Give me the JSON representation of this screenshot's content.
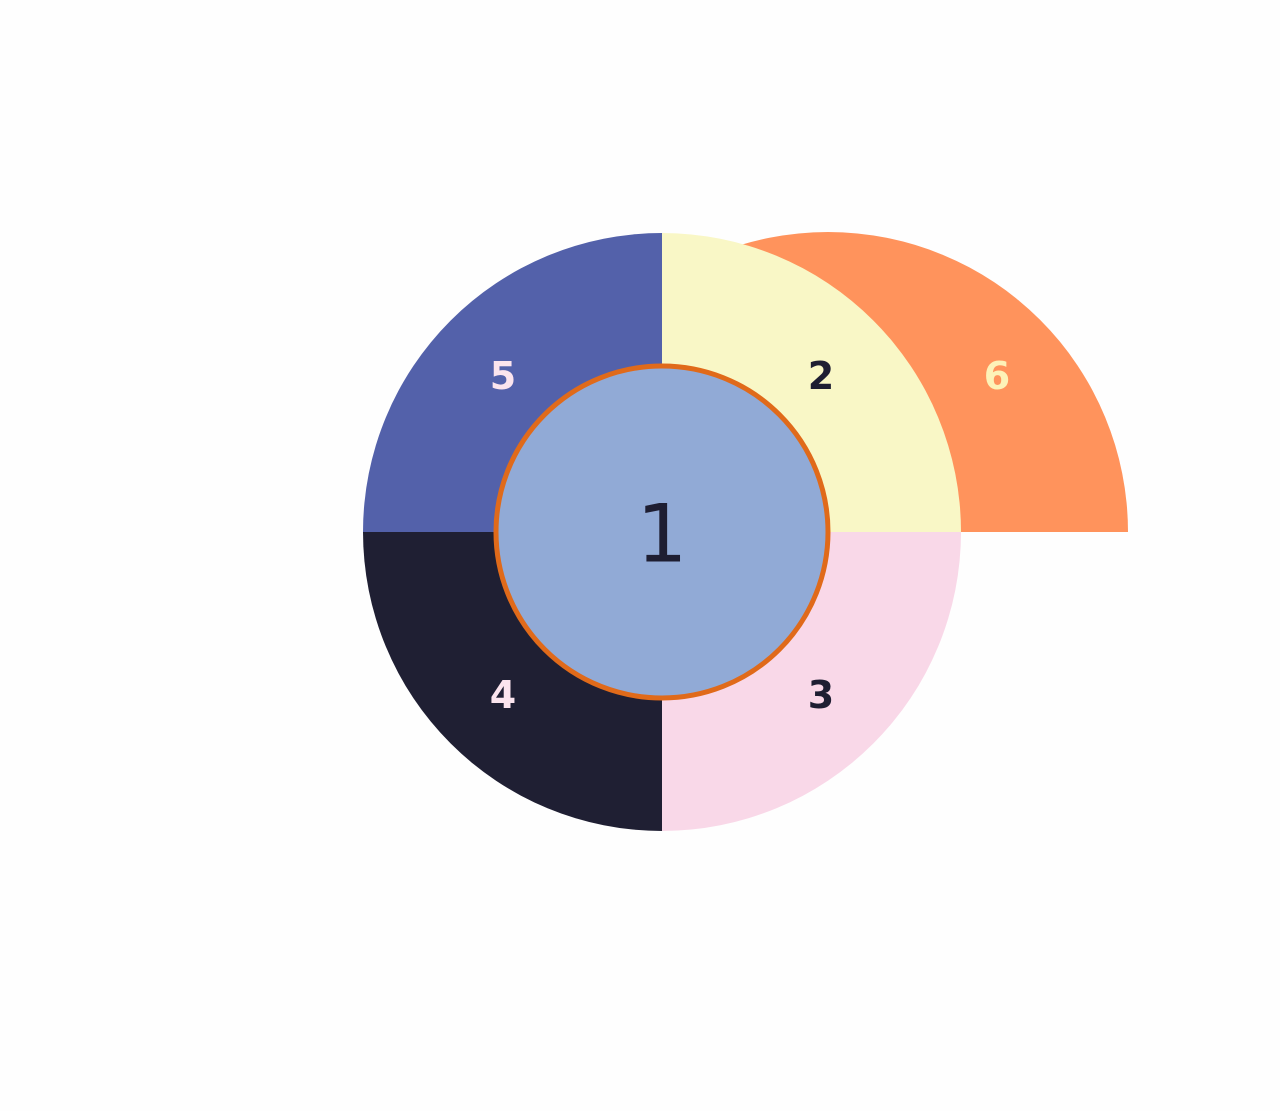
{
  "segments": [
    {
      "id": "seg-6",
      "label": "6",
      "fill": "#ff935c",
      "text_color": "#fdf2b8"
    },
    {
      "id": "seg-2",
      "label": "2",
      "fill": "#f9f7c6",
      "text_color": "#1e1e32"
    },
    {
      "id": "seg-5",
      "label": "5",
      "fill": "#5361aa",
      "text_color": "#fbe4ee"
    },
    {
      "id": "seg-4",
      "label": "4",
      "fill": "#1f1f33",
      "text_color": "#fbe4ee"
    },
    {
      "id": "seg-3",
      "label": "3",
      "fill": "#f9d8e8",
      "text_color": "#1e1e32"
    }
  ],
  "center": {
    "label": "1",
    "fill": "#91aad6",
    "stroke": "#e06a1a",
    "text_color": "#1e1e32"
  }
}
